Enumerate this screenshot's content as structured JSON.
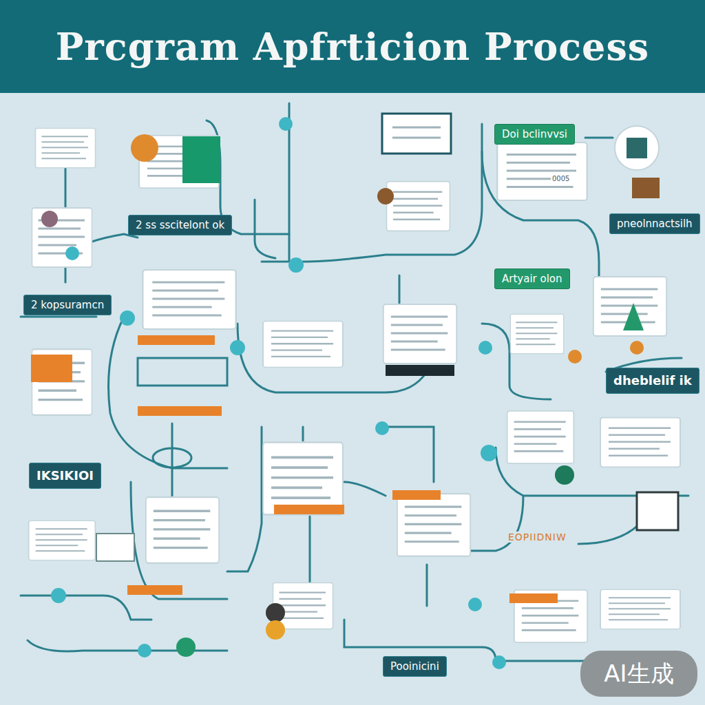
{
  "diagram": {
    "title": "Prcgram Apfrticion Process",
    "nodes": [
      {
        "text": [
          "Doi bclinvvsi"
        ]
      },
      {
        "text": [
          "2 ss sscitelont ok"
        ]
      },
      {
        "text": [
          "pneolnnactsilh"
        ]
      },
      {
        "text": [
          "Artyair olon"
        ]
      },
      {
        "text": [
          "2 kopsuramcn"
        ]
      },
      {
        "text": [
          "dheblelif ik"
        ]
      },
      {
        "text": [
          "IKSIKIOI"
        ]
      },
      {
        "text": [
          "Pooinicini"
        ]
      }
    ],
    "labels": [
      "0005",
      "EOPIIDNIW",
      "AI生成"
    ]
  }
}
